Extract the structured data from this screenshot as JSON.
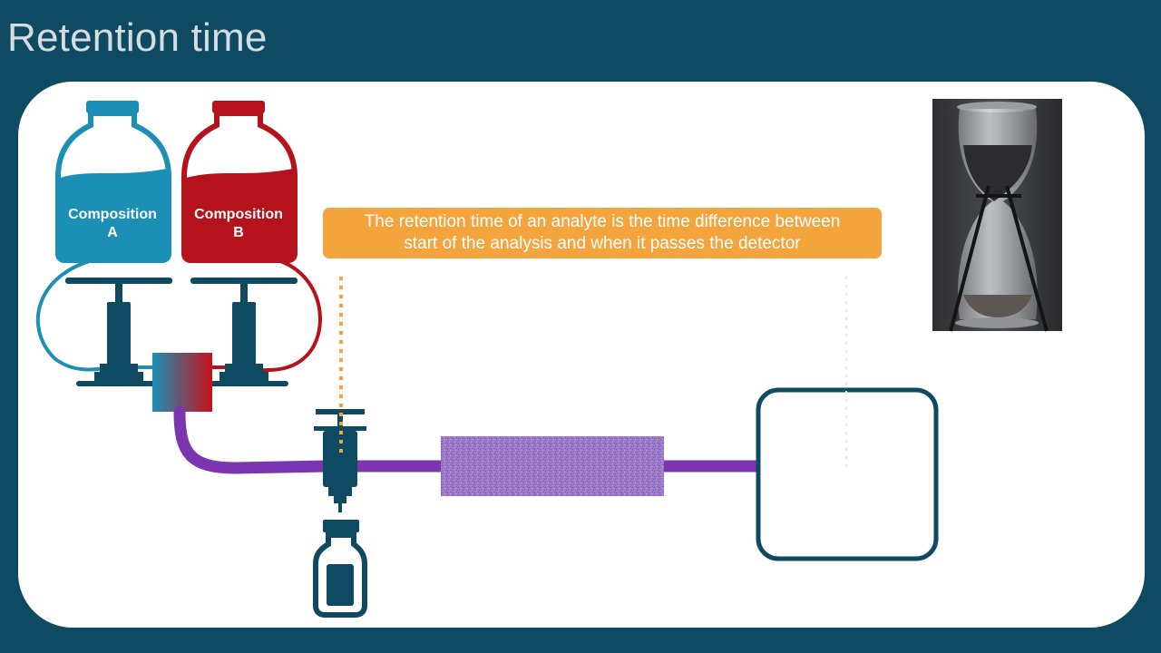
{
  "slide": {
    "title": "Retention time"
  },
  "bottles": {
    "a_line1": "Composition",
    "a_line2": "A",
    "b_line1": "Composition",
    "b_line2": "B"
  },
  "callout": {
    "line1": "The retention time of an analyte is the time difference between",
    "line2": "start of the analysis and when it passes the detector"
  },
  "colors": {
    "background": "#0f4a63",
    "composition_a": "#1b8fb6",
    "composition_b": "#b5121b",
    "pump": "#0f4a63",
    "tubing": "#7b35b0",
    "column": "#9d79c9",
    "callout": "#f3a43c"
  },
  "icons": {
    "hourglass": "hourglass-photo",
    "detector": "detector-box",
    "sample": "sample-vial"
  }
}
